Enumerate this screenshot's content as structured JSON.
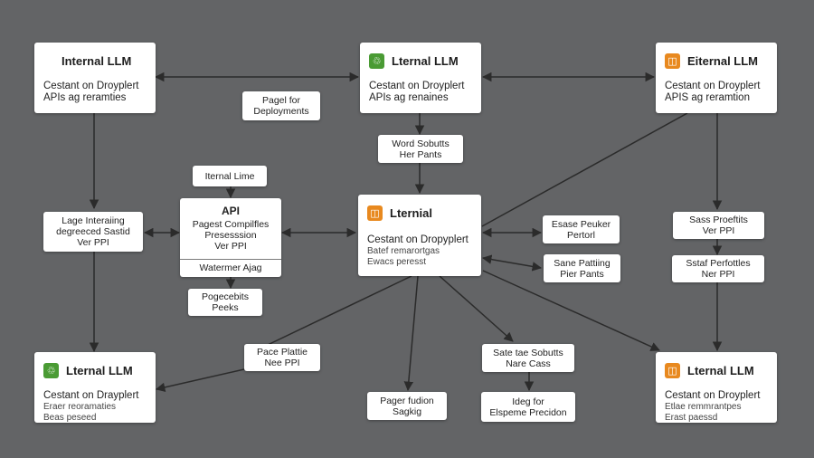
{
  "colors": {
    "background": "#636466",
    "node_fill": "#ffffff",
    "edge": "#2b2b2b",
    "badge_green": "#4a9b34",
    "badge_orange": "#e8891f"
  },
  "nodes": {
    "internal_llm_top": {
      "title": "Internal LLM",
      "line1": "Cestant on Droyplert",
      "line2": "APIs ag reramties"
    },
    "literal_llm_top_center": {
      "title": "Lternal LLM",
      "line1": "Cestant on Droyplert",
      "line2": "APIs ag renaines",
      "icon": "recycle-icon"
    },
    "eternal_llm_top_right": {
      "title": "Eiternal LLM",
      "line1": "Cestant on Droyplert",
      "line2": "APIS ag reramtion",
      "icon": "box-icon"
    },
    "pagel_deployments": {
      "line1": "Pagel for",
      "line2": "Deployments"
    },
    "word_solutions": {
      "line1": "Word Sobutts",
      "line2": "Her Pants"
    },
    "internal_lime": {
      "line1": "Iternal Lime"
    },
    "api_card": {
      "title": "API",
      "line1": "Pagest Compilfles",
      "line2": "Presesssion",
      "line3": "Ver PPI",
      "footer": "Watermer Ajag"
    },
    "lage_internal": {
      "line1": "Lage Interaiing",
      "line2": "degreeced Sastid",
      "line3": "Ver PPI"
    },
    "pogecebiis": {
      "line1": "Pogecebits",
      "line2": "Peeks"
    },
    "lternial_center": {
      "title": "Lternial",
      "line1": "Cestant on Dropyplert",
      "line2": "Batef remarortgas",
      "line3": "Ewacs peresst",
      "icon": "box-icon"
    },
    "esase_peuker": {
      "line1": "Esase Peuker",
      "line2": "Pertorl"
    },
    "sane_patting": {
      "line1": "Sane Pattiing",
      "line2": "Pier Pants"
    },
    "sass_prodtifts": {
      "line1": "Sass Proeftits",
      "line2": "Ver PPI"
    },
    "sstaf_perfottles": {
      "line1": "Sstaf Perfottles",
      "line2": "Ner PPI"
    },
    "pace_plattie": {
      "line1": "Pace Plattie",
      "line2": "Nee PPI"
    },
    "sate_solutts": {
      "line1": "Sate tae Sobutts",
      "line2": "Nare Cass"
    },
    "pager_fudion": {
      "line1": "Pager fudion",
      "line2": "Sagkig"
    },
    "ideg_precision": {
      "line1": "Ideg for",
      "line2": "Elspeme Precidon"
    },
    "literal_llm_bottom_left": {
      "title": "Lternal LLM",
      "line1": "Cestant on Drayplert",
      "line2": "Eraer reoramaties",
      "line3": "Beas peseed",
      "icon": "recycle-icon"
    },
    "internal_llm_bottom_right": {
      "title": "Lternal LLM",
      "line1": "Cestant on Droyplert",
      "line2": "Etlae remmrantpes",
      "line3": "Erast paessd",
      "icon": "box-icon"
    }
  }
}
